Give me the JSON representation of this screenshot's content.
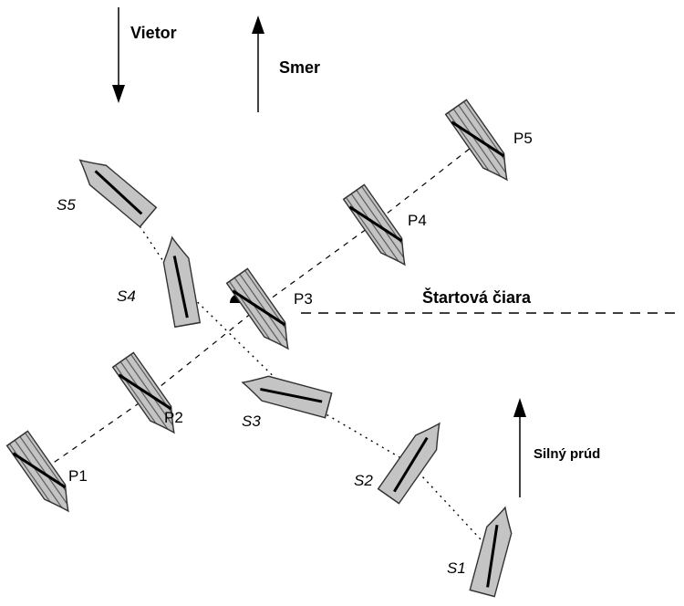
{
  "labels": {
    "wind": "Vietor",
    "direction": "Smer",
    "start_line": "Štartová čiara",
    "current": "Silný prúd"
  },
  "port_boats": [
    "P1",
    "P2",
    "P3",
    "P4",
    "P5"
  ],
  "starboard_boats": [
    "S1",
    "S2",
    "S3",
    "S4",
    "S5"
  ],
  "mark_symbol": "+",
  "colors": {
    "hull_fill": "#c4c4c4",
    "outline": "#333333",
    "mast": "#000000",
    "hatch": "#555555"
  }
}
